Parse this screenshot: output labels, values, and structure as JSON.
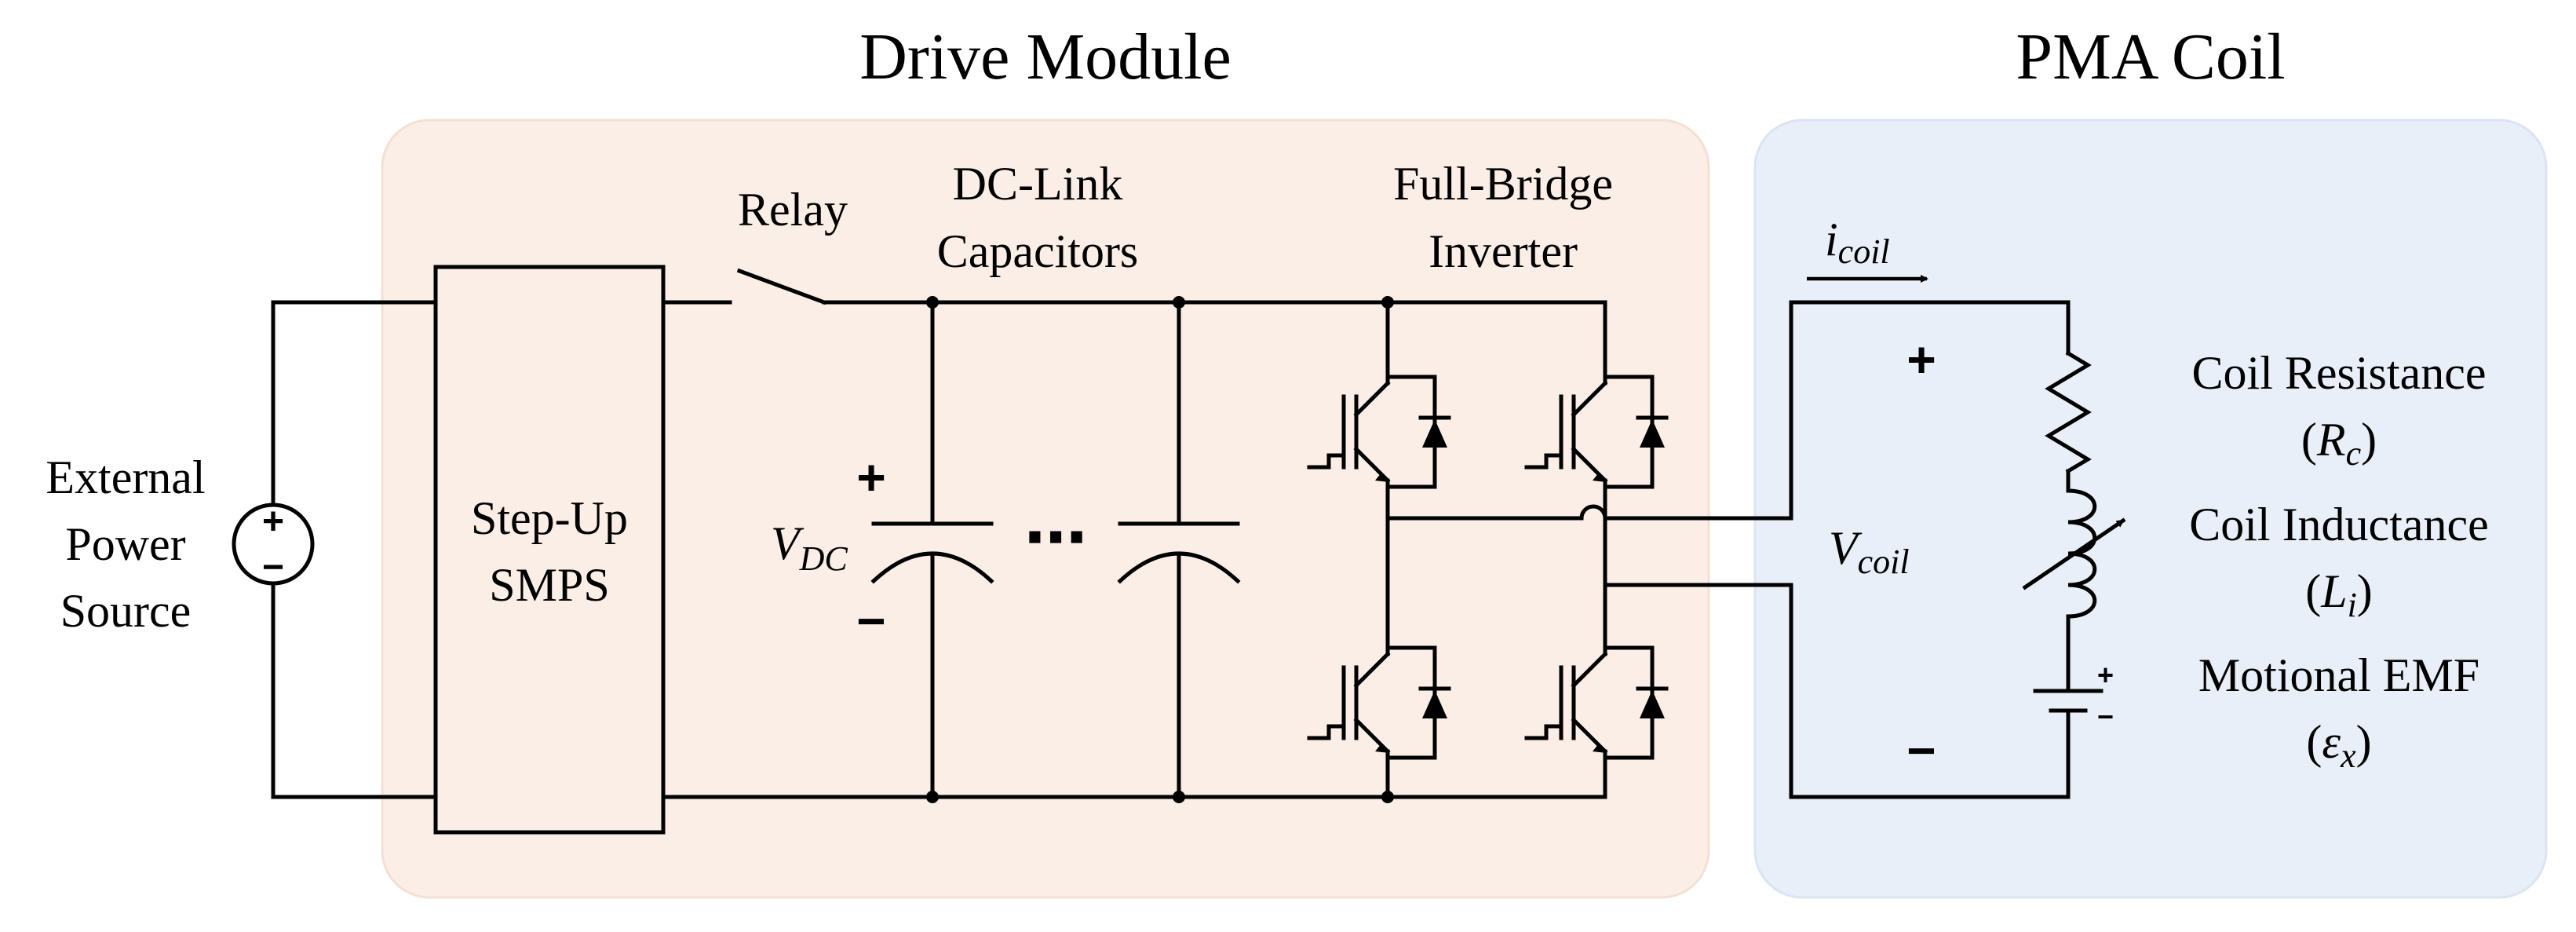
{
  "colors": {
    "drive_bg": "#fbeee6",
    "drive_border": "#f4e0d2",
    "coil_bg": "#e9eff8",
    "coil_border": "#dbe4f2",
    "wire": "#000000"
  },
  "titles": {
    "drive_module": "Drive Module",
    "pma_coil": "PMA Coil"
  },
  "source": {
    "line1": "External",
    "line2": "Power",
    "line3": "Source",
    "plus": "+",
    "minus": "−"
  },
  "smps": {
    "line1": "Step-Up",
    "line2": "SMPS"
  },
  "relay": {
    "label": "Relay"
  },
  "capacitors": {
    "line1": "DC-Link",
    "line2": "Capacitors",
    "ellipsis": "⋯",
    "plus": "+",
    "minus": "−",
    "vdc_main": "V",
    "vdc_sub": "DC"
  },
  "inverter": {
    "line1": "Full-Bridge",
    "line2": "Inverter"
  },
  "coil": {
    "current_main": "i",
    "current_sub": "coil",
    "voltage_main": "V",
    "voltage_sub": "coil",
    "plus": "+",
    "minus": "−",
    "resistance_label": "Coil Resistance",
    "resistance_symbol": "R",
    "resistance_sub": "c",
    "inductance_label": "Coil Inductance",
    "inductance_symbol": "L",
    "inductance_sub": "i",
    "emf_label": "Motional EMF",
    "emf_symbol": "ε",
    "emf_sub": "x",
    "open_paren": "(",
    "close_paren": ")"
  }
}
